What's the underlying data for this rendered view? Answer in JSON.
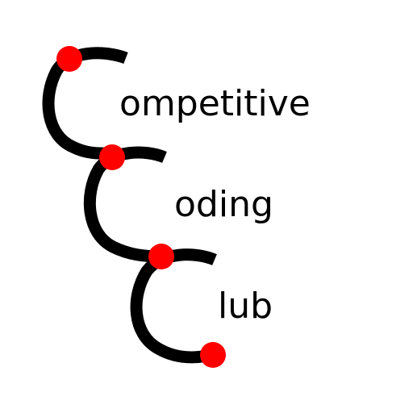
{
  "logo": {
    "words": [
      "ompetitive",
      "oding",
      "lub"
    ],
    "colors": {
      "stroke": "#000000",
      "node": "#ff0000",
      "text": "#000000",
      "background": "#ffffff"
    }
  }
}
